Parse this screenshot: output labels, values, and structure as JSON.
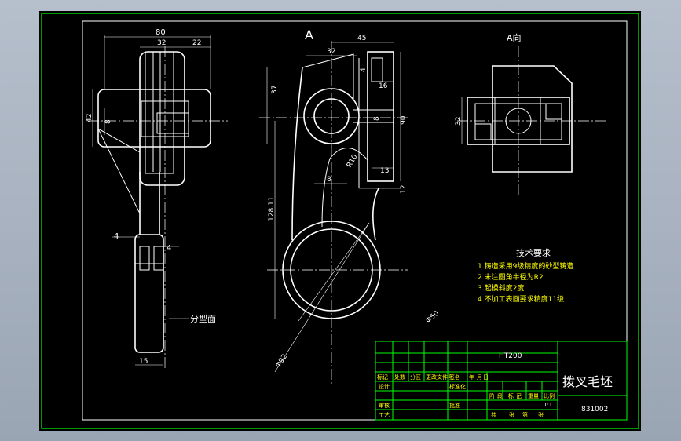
{
  "colors": {
    "background": "#000000",
    "border": "#00ff00",
    "lines": "#ffffff",
    "notes_text": "#ffff00"
  },
  "left_view": {
    "dim_80": "80",
    "dim_32": "32",
    "dim_22": "22",
    "dim_42": "42",
    "dim_8": "8",
    "dim_4_left": "4",
    "dim_4_right": "4",
    "dim_15": "15",
    "parting_label": "分型面"
  },
  "main_view": {
    "view_marker": "A",
    "dim_45": "45",
    "dim_32": "32",
    "dim_4": "4",
    "dim_16": "16",
    "dim_37": "37",
    "dim_90": "90",
    "dim_8": "8",
    "dim_r10": "R10",
    "dim_13": "13",
    "dim_12": "12",
    "dim_128": "128.11",
    "dim_8_lower": "8",
    "dim_phi50": "Φ50",
    "dim_phi92": "Φ92"
  },
  "a_view": {
    "title": "A向",
    "dim_32": "32"
  },
  "tech_notes": {
    "title": "技术要求",
    "items": [
      "1.铸造采用9级精度的砂型铸造",
      "2.未注圆角半径为R2",
      "3.起模斜度2度",
      "4.不加工表面要求精度11级"
    ]
  },
  "title_block": {
    "material": "HT200",
    "part_name": "拨叉毛坯",
    "drawing_no": "831002",
    "header_row": [
      "标记",
      "处数",
      "分区",
      "更改文件号",
      "签名",
      "年",
      "月",
      "日"
    ],
    "row_design": "设计",
    "row_standardize": "标准化",
    "row_stage": [
      "阶",
      "段",
      "标",
      "记"
    ],
    "col_weight": "重量",
    "col_scale": "比例",
    "scale_value": "1:1",
    "row_check": "审核",
    "row_process": "工艺",
    "row_approve": "批准",
    "sheet_label": [
      "共",
      "张",
      "第",
      "张"
    ]
  }
}
